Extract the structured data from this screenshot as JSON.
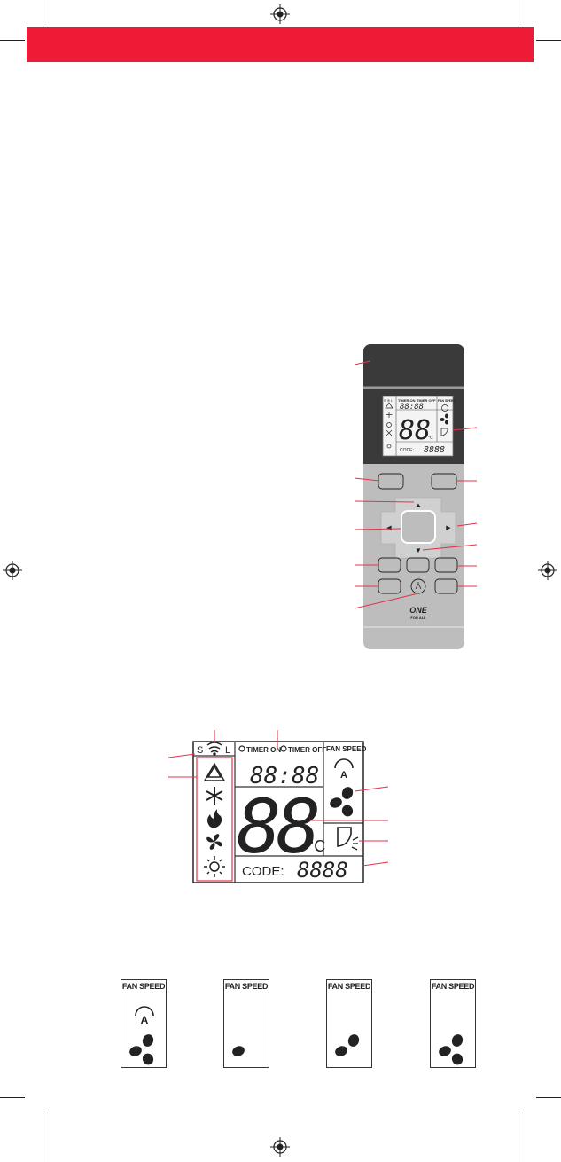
{
  "remote": {
    "lcd": {
      "timer_on": "TIMER ON",
      "timer_off": "TIMER OFF",
      "clock": "88:88",
      "temp": "88",
      "unit": "°C",
      "fan_speed": "FAN SPEED",
      "code_label": "CODE:",
      "code_value": "8888"
    },
    "nav": {
      "up": "▲",
      "down": "▼",
      "left": "◀",
      "right": "▶"
    },
    "brand": {
      "name": "ONE",
      "tagline": "FOR ALL"
    }
  },
  "display_detail": {
    "signal_s": "S",
    "signal_l": "L",
    "timer_on": "TIMER ON",
    "timer_off": "TIMER OFF",
    "clock": "88:88",
    "temp": "88",
    "unit": "°C",
    "fan_speed": "FAN SPEED",
    "auto_letter": "A",
    "code_label": "CODE:",
    "code_value": "8888"
  },
  "fan_speed_cards": [
    {
      "label": "FAN SPEED",
      "mode": "auto",
      "blades": 3,
      "auto_letter": "A"
    },
    {
      "label": "FAN SPEED",
      "mode": "low",
      "blades": 1
    },
    {
      "label": "FAN SPEED",
      "mode": "medium",
      "blades": 2
    },
    {
      "label": "FAN SPEED",
      "mode": "high",
      "blades": 3
    }
  ],
  "colors": {
    "banner": "#ee1b36",
    "callout": "#e0354b",
    "remote_dark": "#3a3a3a",
    "remote_body": "#bdbdbd",
    "lcd_outline": "#333333"
  }
}
